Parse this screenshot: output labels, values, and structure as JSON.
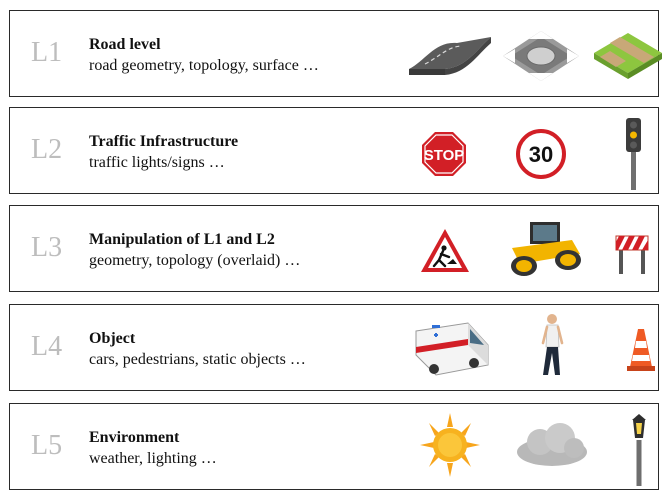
{
  "layers": [
    {
      "id": "L1",
      "title": "Road level",
      "description": "road geometry, topology, surface …",
      "icons": [
        "road-segment-icon",
        "roundabout-icon",
        "grass-road-junction-icon"
      ]
    },
    {
      "id": "L2",
      "title": "Traffic Infrastructure",
      "description": "traffic lights/signs …",
      "icons": [
        "stop-sign-icon",
        "speed-limit-sign-icon",
        "traffic-light-icon"
      ],
      "stop_text": "STOP",
      "speed_text": "30"
    },
    {
      "id": "L3",
      "title": "Manipulation of L1 and L2",
      "description": "geometry, topology (overlaid) …",
      "icons": [
        "roadworks-sign-icon",
        "road-roller-icon",
        "road-barrier-icon"
      ]
    },
    {
      "id": "L4",
      "title": "Object",
      "description": "cars, pedestrians, static objects …",
      "icons": [
        "ambulance-icon",
        "pedestrian-icon",
        "traffic-cone-icon"
      ]
    },
    {
      "id": "L5",
      "title": "Environment",
      "description": "weather, lighting …",
      "icons": [
        "sun-icon",
        "cloud-icon",
        "street-lamp-icon"
      ]
    }
  ],
  "colors": {
    "border": "#2a2a2a",
    "layer_id": "#bdbdbd",
    "stop_red": "#d21f26",
    "sun": "#f7a51c",
    "cloud": "#b8b8b8",
    "roller": "#f2b400",
    "grass": "#8dc63f"
  }
}
